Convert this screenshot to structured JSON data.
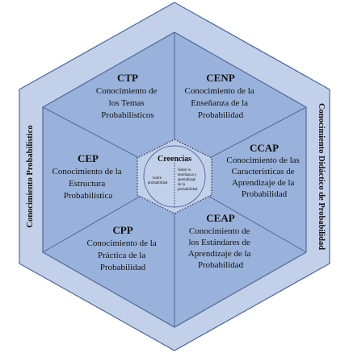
{
  "colors": {
    "outer_fill": "#c3d0ea",
    "inner_fill": "#99b2db",
    "stroke": "#52689a",
    "text": "#111111"
  },
  "side_labels": {
    "left": "Conocimiento Probabilístico",
    "right": "Conocimiento Didáctico de Probabilidad"
  },
  "center": {
    "title": "Creencias",
    "left_text": [
      "Sobre",
      "probabilidad"
    ],
    "right_text": [
      "Sobre la",
      "enseñanza y",
      "aprendizaje",
      "de la",
      "probabilidad"
    ]
  },
  "segments": [
    {
      "id": "ctp",
      "title": "CTP",
      "lines": [
        "Conocimiento de",
        "los Temas",
        "Probabilísticos"
      ]
    },
    {
      "id": "cenp",
      "title": "CENP",
      "lines": [
        "Conocimiento de la",
        "Enseñanza de la",
        "Probabilidad"
      ]
    },
    {
      "id": "ccap",
      "title": "CCAP",
      "lines": [
        "Conocimiento de las",
        "Características de",
        "Aprendizaje de la",
        "Probabilidad"
      ]
    },
    {
      "id": "ceap",
      "title": "CEAP",
      "lines": [
        "Conocimiento de",
        "los Estándares de",
        "Aprendizaje de la",
        "Probabilidad"
      ]
    },
    {
      "id": "cpp",
      "title": "CPP",
      "lines": [
        "Conocimiento de la",
        "Práctica de la",
        "Probabilidad"
      ]
    },
    {
      "id": "cep",
      "title": "CEP",
      "lines": [
        "Conocimiento de la",
        "Estructura",
        "Probabilística"
      ]
    }
  ]
}
